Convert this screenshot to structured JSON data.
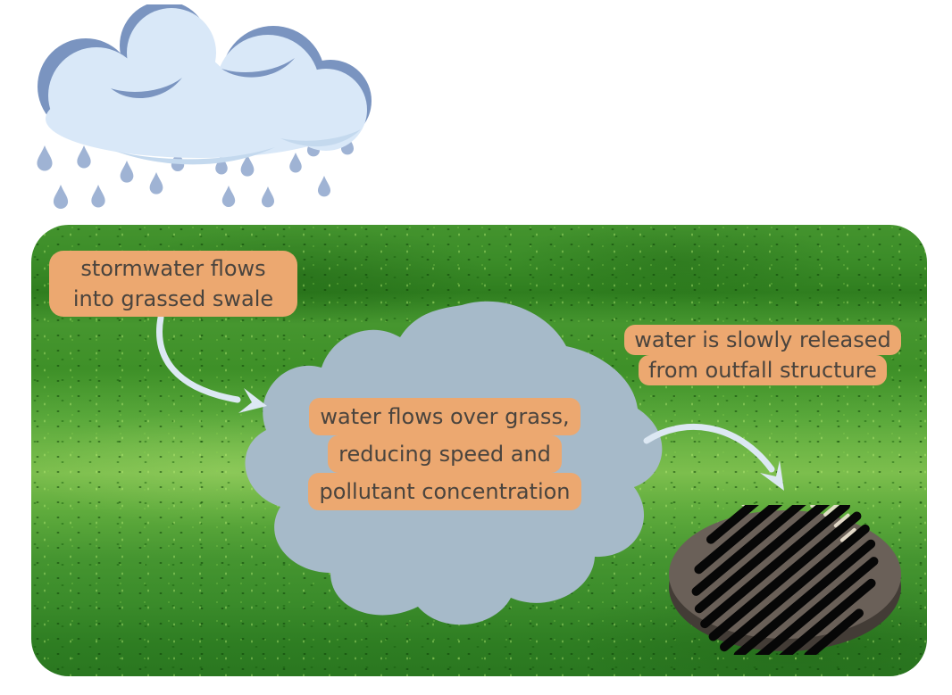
{
  "css_vars": {
    "--label-bg": "#ecа870",
    "--label-bg-fix": "#eca870",
    "--label-text": "#4a443e",
    "--blob": "#a6bac9",
    "--arrow": "#dce8f3",
    "--cloud-body": "#d9e8f8",
    "--cloud-accent": "#7a94c0",
    "--cloud-shade": "#c4d9ee",
    "--raindrop": "#9fb3d4",
    "--drain-top": "#6a6058",
    "--drain-side": "#433c36",
    "--drain-slot": "#070707",
    "--drain-highlight": "#efe6d4"
  },
  "scene": {
    "background_color": "#ffffff",
    "grass_base_color": "#48942f"
  },
  "icons": {
    "rain_cloud": "rain-cloud-icon",
    "raindrops": "raindrop-icon",
    "drain_grate": "drain-grate-icon"
  },
  "labels": {
    "bg_color": "#eca870",
    "text_color": "#4a443e",
    "inflow": {
      "line1": "stormwater flows",
      "line2": "into grassed swale"
    },
    "over_grass": {
      "line1": "water flows over grass,",
      "line2": "reducing speed and",
      "line3": "pollutant concentration"
    },
    "outfall": {
      "line1": "water is slowly released",
      "line2": "from outfall structure"
    }
  },
  "flow": {
    "arrow_color": "#dce8f3",
    "step1": "stormwater flows into grassed swale",
    "step2": "water flows over grass, reducing speed and pollutant concentration",
    "step3": "water is slowly released from outfall structure"
  }
}
